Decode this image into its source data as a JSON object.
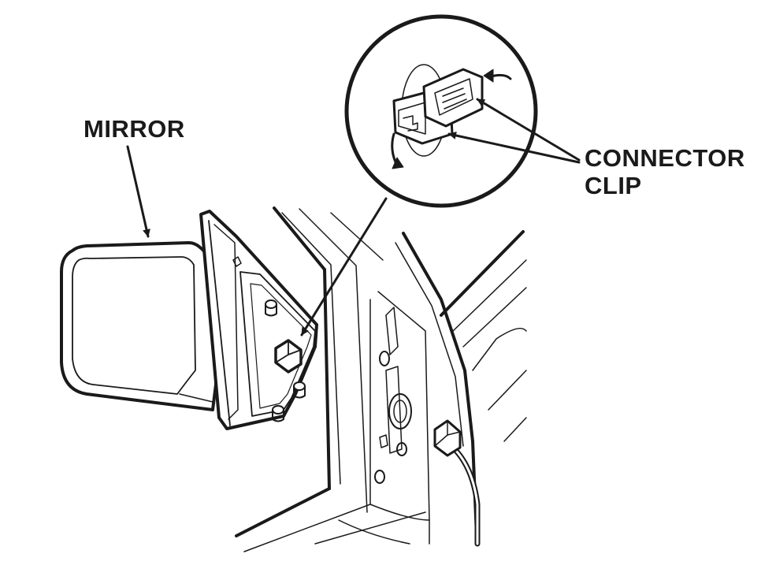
{
  "labels": {
    "mirror": "MIRROR",
    "connector": "CONNECTOR",
    "clip": "CLIP"
  },
  "colors": {
    "ink": "#1a1a1a",
    "background": "#ffffff"
  }
}
